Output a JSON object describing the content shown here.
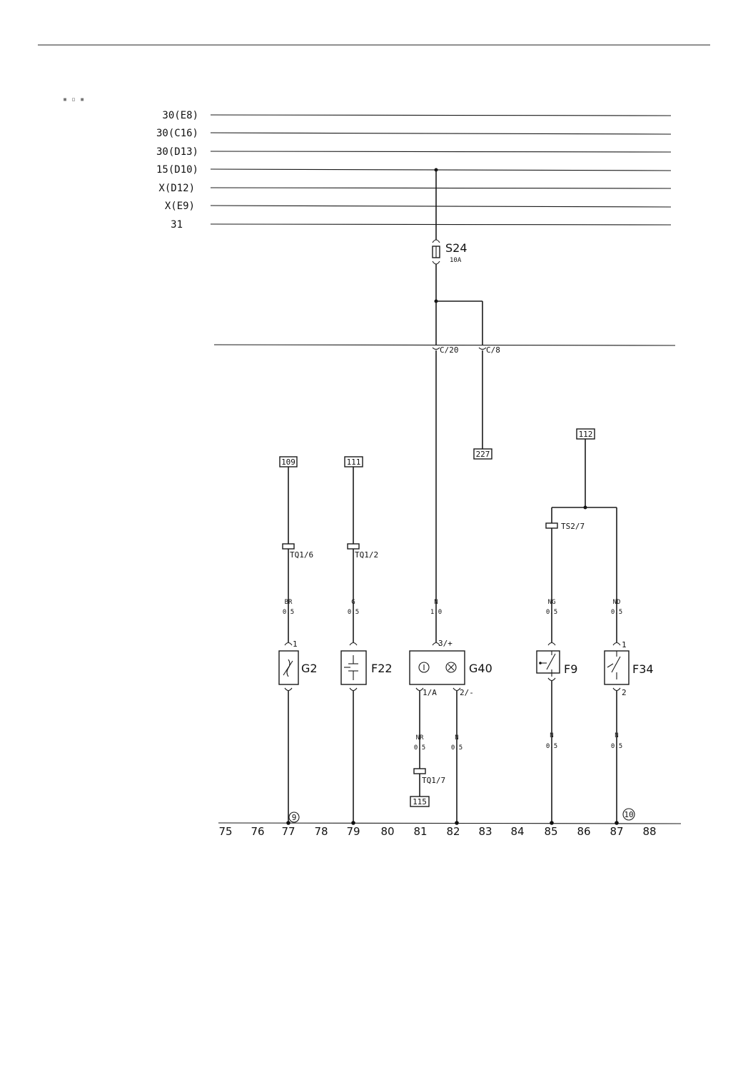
{
  "bus_lines": [
    "30(E8)",
    "30(C16)",
    "30(D13)",
    "15(D10)",
    "X(D12)",
    "X(E9)",
    "31"
  ],
  "fuse": {
    "name": "S24",
    "rating": "10A"
  },
  "connectors": {
    "left": "C/20",
    "right": "C/8"
  },
  "refs": {
    "r227": "227",
    "r112": "112",
    "r109": "109",
    "r111": "111",
    "r115": "115"
  },
  "plugs": {
    "tq16": "TQ1/6",
    "tq12": "TQ1/2",
    "ts27": "TS2/7",
    "tq17": "TQ1/7"
  },
  "wires": {
    "w77": {
      "color": "BR",
      "size": "0.5"
    },
    "w79": {
      "color": "G",
      "size": "0.5"
    },
    "w81": {
      "color": "N",
      "size": "1.0"
    },
    "w85": {
      "color": "NG",
      "size": "0.5"
    },
    "w87": {
      "color": "ND",
      "size": "0.5"
    },
    "w81b": {
      "color": "NR",
      "size": "0.5"
    },
    "w82": {
      "color": "N",
      "size": "0.5"
    },
    "w85b": {
      "color": "N",
      "size": "0.5"
    },
    "w87b": {
      "color": "N",
      "size": "0.5"
    }
  },
  "components": {
    "g2": "G2",
    "f22": "F22",
    "g40": "G40",
    "f9": "F9",
    "f34": "F34"
  },
  "pins": {
    "g2_1": "1",
    "g40_3": "3/+",
    "g40_1": "1/A",
    "g40_2": "2/-",
    "f34_1": "1",
    "f34_2": "2"
  },
  "grounds": {
    "g9": "9",
    "g10": "10"
  },
  "columns": [
    "75",
    "76",
    "77",
    "78",
    "79",
    "80",
    "81",
    "82",
    "83",
    "84",
    "85",
    "86",
    "87",
    "88"
  ]
}
